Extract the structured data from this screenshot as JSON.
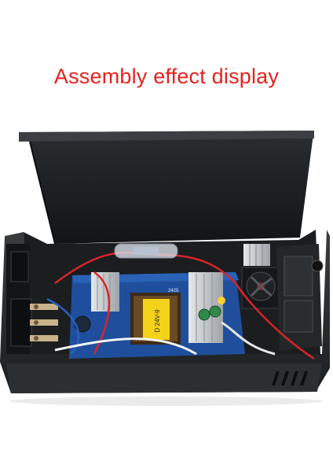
{
  "caption": "Assembly effect display",
  "colors": {
    "caption": "#e8211b",
    "enclosure": "#26292c",
    "pcb": "#1f4f9c",
    "heatsink": "#c9ccd0",
    "wire_red": "#d8242a",
    "transformer_label": "#f3d21a"
  },
  "components": {
    "transformer_label": "D 24V-9",
    "pcb_marking": "2425"
  },
  "icons": {
    "fan": "cooling-fan",
    "vents": "vent-slots"
  }
}
